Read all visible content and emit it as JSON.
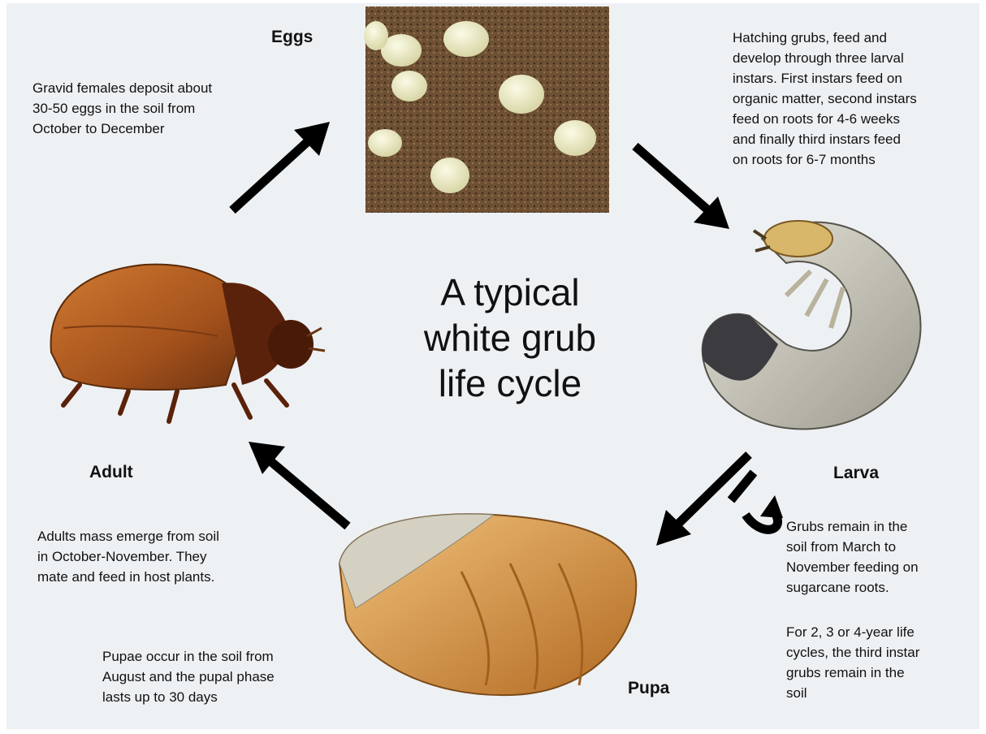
{
  "title": "A typical\nwhite grub\nlife cycle",
  "stages": {
    "eggs": {
      "label": "Eggs",
      "description": "Gravid females deposit about\n30-50 eggs in the soil from\nOctober to December"
    },
    "larva": {
      "label": "Larva",
      "description": "Hatching grubs, feed and\ndevelop through three larval\ninstars. First instars feed on\norganic matter, second instars\nfeed on roots for 4-6 weeks\nand finally third instars feed\non roots for 6-7 months",
      "remain_note": "Grubs remain in the\nsoil from March to\nNovember feeding on\nsugarcane roots.",
      "multi_year_note": "For 2, 3 or 4-year life\ncycles, the third instar\ngrubs remain in the\nsoil"
    },
    "pupa": {
      "label": "Pupa",
      "description": "Pupae occur in the soil from\nAugust and the pupal phase\nlasts up to 30 days"
    },
    "adult": {
      "label": "Adult",
      "description": "Adults mass emerge from soil\nin October-November. They\nmate and feed in host plants."
    }
  },
  "colors": {
    "background": "#eef1f4",
    "arrow": "#000000",
    "soil": "#6e5034",
    "egg": "#efeec6",
    "beetle": "#a8561f",
    "grub": "#c9c7bc",
    "pupa": "#d98e3a"
  }
}
